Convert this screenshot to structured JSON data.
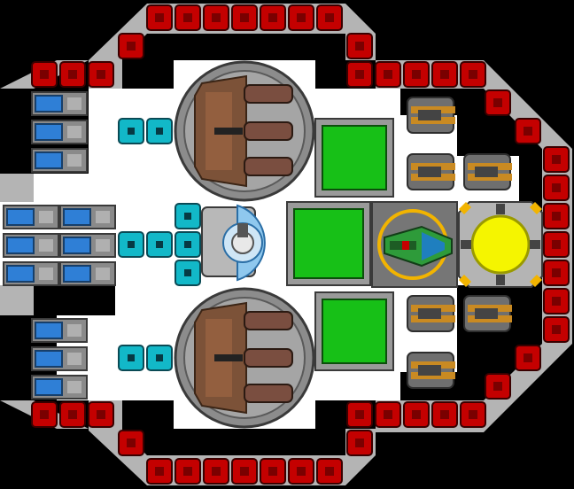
{
  "scene": {
    "kind": "starship-blueprint",
    "title": "",
    "colors": {
      "background": "#000000",
      "hull": "#ffffff",
      "rail": "#b4b4b4",
      "armor": "#c40000",
      "conduit": "#12b8c8",
      "battery": "#2f7fd6",
      "reactor_panel": "#17c017",
      "reactor_core": "#f5f500",
      "hull_plate": "#7c5238",
      "thruster": "#c98a22",
      "bridge": "#2e9b3a"
    },
    "modules": {
      "armor_blocks": 44,
      "conduit_nodes": 10,
      "battery_cells": 15,
      "missile_turrets": 2,
      "reactor_panels": 4,
      "thrusters": 6,
      "shield_generator": 1,
      "bridge": 1,
      "power_core": 1
    }
  }
}
